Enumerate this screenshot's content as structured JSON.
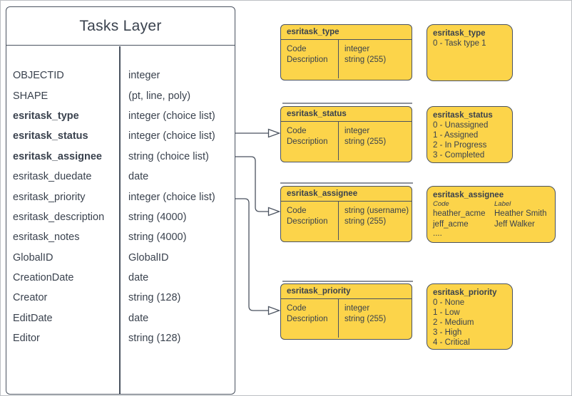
{
  "colors": {
    "accent_yellow": "#FCD44A",
    "stroke": "#4A525F",
    "text": "#3A424E",
    "background": "#FFFFFF"
  },
  "tasks_layer": {
    "title": "Tasks Layer",
    "fields": [
      {
        "name": "OBJECTID",
        "type": "integer",
        "bold": false
      },
      {
        "name": "SHAPE",
        "type": "(pt, line, poly)",
        "bold": false
      },
      {
        "name": "esritask_type",
        "type": "integer (choice list)",
        "bold": true
      },
      {
        "name": "esritask_status",
        "type": "integer (choice list)",
        "bold": true
      },
      {
        "name": "esritask_assignee",
        "type": "string (choice list)",
        "bold": true
      },
      {
        "name": "esritask_duedate",
        "type": "date",
        "bold": false
      },
      {
        "name": "esritask_priority",
        "type": "integer (choice list)",
        "bold": false
      },
      {
        "name": "esritask_description",
        "type": "string (4000)",
        "bold": false
      },
      {
        "name": "esritask_notes",
        "type": "string (4000)",
        "bold": false
      },
      {
        "name": "GlobalID",
        "type": "GlobalID",
        "bold": false
      },
      {
        "name": "CreationDate",
        "type": "date",
        "bold": false
      },
      {
        "name": "Creator",
        "type": "string (128)",
        "bold": false
      },
      {
        "name": "EditDate",
        "type": "date",
        "bold": false
      },
      {
        "name": "Editor",
        "type": "string (128)",
        "bold": false
      }
    ]
  },
  "lookup_tables": [
    {
      "title": "esritask_type",
      "rows": [
        {
          "field": "Code",
          "type": "integer"
        },
        {
          "field": "Description",
          "type": "string (255)"
        }
      ]
    },
    {
      "title": "esritask_status",
      "rows": [
        {
          "field": "Code",
          "type": "integer"
        },
        {
          "field": "Description",
          "type": "string (255)"
        }
      ]
    },
    {
      "title": "esritask_assignee",
      "rows": [
        {
          "field": "Code",
          "type": "string (username)"
        },
        {
          "field": "Description",
          "type": "string (255)"
        }
      ]
    },
    {
      "title": "esritask_priority",
      "rows": [
        {
          "field": "Code",
          "type": "integer"
        },
        {
          "field": "Description",
          "type": "string (255)"
        }
      ]
    }
  ],
  "domains": [
    {
      "title": "esritask_type",
      "items": [
        "0 - Task type 1"
      ]
    },
    {
      "title": "esritask_status",
      "items": [
        "0 - Unassigned",
        "1 - Assigned",
        "2 - In Progress",
        "3 - Completed"
      ]
    },
    {
      "title": "esritask_assignee",
      "columns": [
        "Code",
        "Label"
      ],
      "rows": [
        [
          "heather_acme",
          "Heather Smith"
        ],
        [
          "jeff_acme",
          "Jeff Walker"
        ]
      ],
      "ellipsis": "...."
    },
    {
      "title": "esritask_priority",
      "items": [
        "0 - None",
        "1 - Low",
        "2 - Medium",
        "3 - High",
        "4 - Critical"
      ]
    }
  ],
  "relationships": [
    {
      "from_field": "esritask_status",
      "to_table": "esritask_status"
    },
    {
      "from_field": "esritask_assignee",
      "to_table": "esritask_assignee"
    },
    {
      "from_field": "esritask_priority",
      "to_table": "esritask_priority"
    }
  ]
}
